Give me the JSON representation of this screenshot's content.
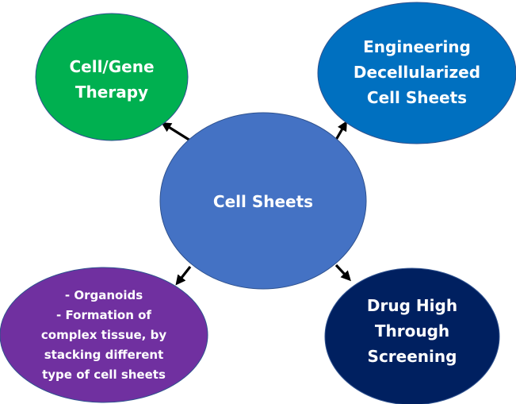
{
  "diagram": {
    "center": {
      "id": "cell-sheets",
      "label_lines": [
        "Cell Sheets"
      ],
      "color": "#4472C4"
    },
    "nodes": [
      {
        "id": "cell-gene-therapy",
        "label_lines": [
          "Cell/Gene",
          "Therapy"
        ],
        "color": "#00B050"
      },
      {
        "id": "engineering-decellularized",
        "label_lines": [
          "Engineering",
          "Decellularized",
          "Cell Sheets"
        ],
        "color": "#0070C0"
      },
      {
        "id": "organoids-complex-tissue",
        "label_lines": [
          "- Organoids",
          "- Formation  of",
          "complex tissue, by",
          "stacking different",
          "type of cell sheets"
        ],
        "color": "#7030A0"
      },
      {
        "id": "drug-screening",
        "label_lines": [
          "Drug High",
          "Through",
          "Screening"
        ],
        "color": "#002060"
      }
    ],
    "edges": [
      {
        "from": "cell-sheets",
        "to": "cell-gene-therapy"
      },
      {
        "from": "cell-sheets",
        "to": "engineering-decellularized"
      },
      {
        "from": "cell-sheets",
        "to": "organoids-complex-tissue"
      },
      {
        "from": "cell-sheets",
        "to": "drug-screening"
      }
    ],
    "arrow_color": "#000000"
  }
}
